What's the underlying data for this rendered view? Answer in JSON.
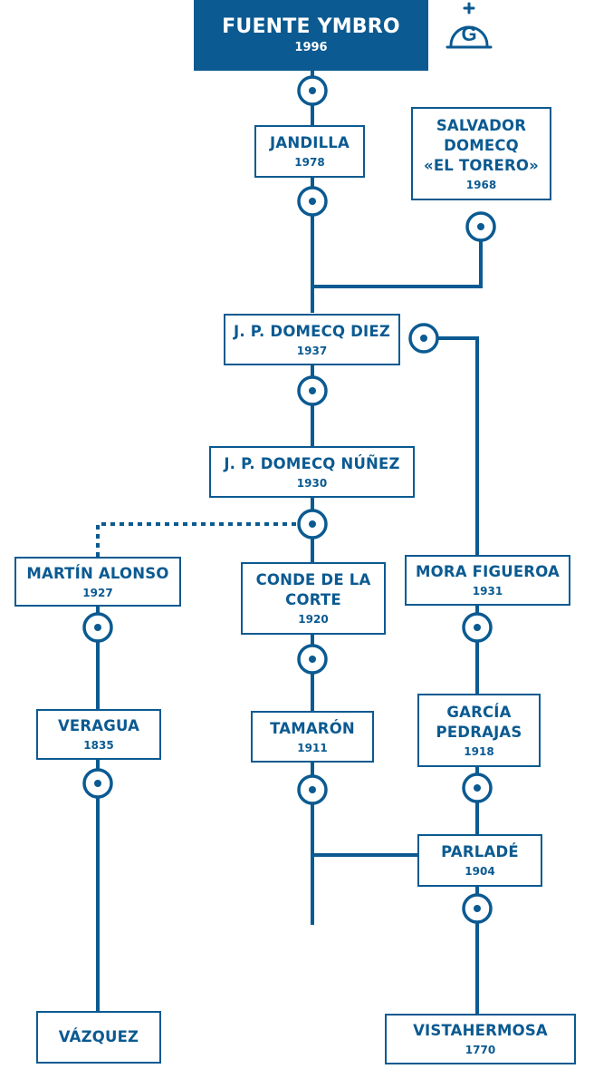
{
  "colors": {
    "primary": "#0b5a91",
    "background": "#ffffff"
  },
  "logo": {
    "letter": "G",
    "icon": "cross-crowned-g-logo-icon"
  },
  "nodes": {
    "fuente_ymbro": {
      "name": "FUENTE YMBRO",
      "year": "1996"
    },
    "jandilla": {
      "name": "JANDILLA",
      "year": "1978"
    },
    "salvador_domecq": {
      "name": "SALVADOR\nDOMECQ\n«EL TORERO»",
      "year": "1968"
    },
    "jp_domecq_diez": {
      "name": "J. P. DOMECQ DIEZ",
      "year": "1937"
    },
    "jp_domecq_nunez": {
      "name": "J. P. DOMECQ NÚÑEZ",
      "year": "1930"
    },
    "martin_alonso": {
      "name": "MARTÍN ALONSO",
      "year": "1927"
    },
    "conde_de_la_corte": {
      "name": "CONDE DE LA\nCORTE",
      "year": "1920"
    },
    "mora_figueroa": {
      "name": "MORA FIGUEROA",
      "year": "1931"
    },
    "veragua": {
      "name": "VERAGUA",
      "year": "1835"
    },
    "tamaron": {
      "name": "TAMARÓN",
      "year": "1911"
    },
    "garcia_pedrajas": {
      "name": "GARCÍA\nPEDRAJAS",
      "year": "1918"
    },
    "parlade": {
      "name": "PARLADÉ",
      "year": "1904"
    },
    "vazquez": {
      "name": "VÁZQUEZ",
      "year": ""
    },
    "vistahermosa": {
      "name": "VISTAHERMOSA",
      "year": "1770"
    }
  }
}
